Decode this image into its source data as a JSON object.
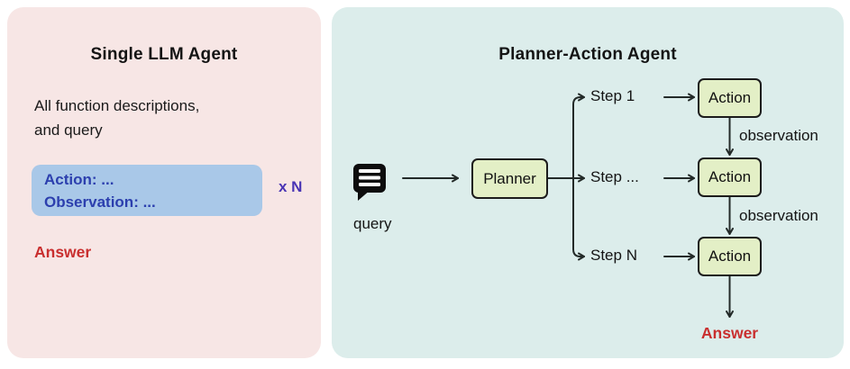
{
  "left_panel": {
    "title": "Single LLM Agent",
    "description": {
      "line1": "All function descriptions,",
      "line2": "and query"
    },
    "memory_box": {
      "line1": "Action: ...",
      "line2": "Observation: ..."
    },
    "multiplier": "x N",
    "answer": "Answer"
  },
  "right_panel": {
    "title": "Planner-Action Agent",
    "query_label": "query",
    "planner_label": "Planner",
    "steps": [
      {
        "label": "Step 1"
      },
      {
        "label": "Step ..."
      },
      {
        "label": "Step N"
      }
    ],
    "action_label": "Action",
    "observation_label": "observation",
    "answer": "Answer",
    "icons": {
      "query": "chat-message-icon"
    }
  },
  "colors": {
    "left_panel_bg": "#f7e6e5",
    "right_panel_bg": "#dcedeb",
    "memory_box_bg": "#a9c8e8",
    "memory_box_text": "#2c3fae",
    "multiplier_text": "#4a35b4",
    "answer_text": "#c92f2f",
    "node_bg": "#e3efc6",
    "node_border": "#1c1c1c",
    "connector": "#232a28"
  }
}
